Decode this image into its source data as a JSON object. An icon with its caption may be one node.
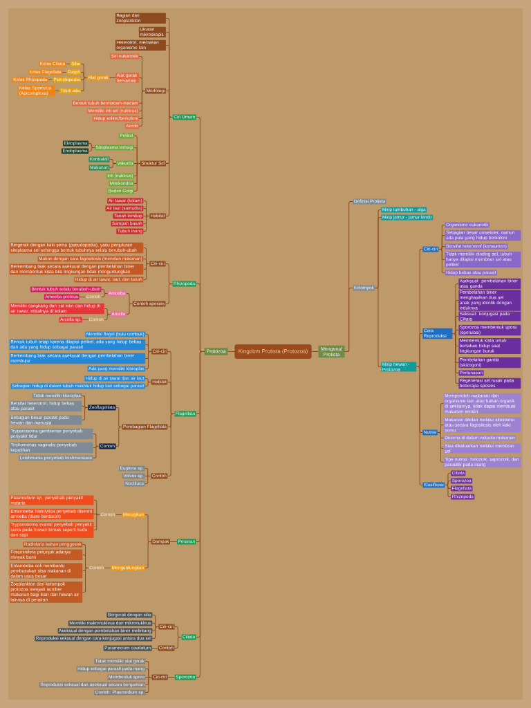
{
  "diagram": {
    "nodes": [
      {
        "text": [
          "Kingdom Protista (Protozoa)"
        ]
      },
      {
        "text": [
          "Protozoa"
        ]
      },
      {
        "text": [
          "Mengenal Protista"
        ]
      },
      {
        "text": [
          "Ciri Umum"
        ]
      },
      {
        "text": [
          "Bagian dari zooplankton"
        ]
      },
      {
        "text": [
          "Ukuran mikroskopis"
        ]
      },
      {
        "text": [
          "Heterotrof, memakan organisme lain"
        ]
      },
      {
        "text": [
          "Morfologi"
        ]
      },
      {
        "text": [
          "Sel eukariotik"
        ]
      },
      {
        "text": [
          "Alat gerak bervariasi"
        ]
      },
      {
        "text": [
          "Alat gerak"
        ]
      },
      {
        "text": [
          "Silia"
        ]
      },
      {
        "text": [
          "Kelas Ciliata"
        ]
      },
      {
        "text": [
          "Flagel"
        ]
      },
      {
        "text": [
          "Kelas Flagellata"
        ]
      },
      {
        "text": [
          "Pseudopodia"
        ]
      },
      {
        "text": [
          "Kelas Rhizopoda"
        ]
      },
      {
        "text": [
          "Tidak ada"
        ]
      },
      {
        "text": [
          "Kelas Sporozoa (Apicomplexa)"
        ]
      },
      {
        "text": [
          "Bentuk tubuh bermacam-macam"
        ]
      },
      {
        "text": [
          "Memiliki inti sel (nukleus)"
        ]
      },
      {
        "text": [
          "Hidup soliter/berkoloni"
        ]
      },
      {
        "text": [
          "Aerob"
        ]
      },
      {
        "text": [
          "Struktur Sel"
        ]
      },
      {
        "text": [
          "Pelikel"
        ]
      },
      {
        "text": [
          "Sitoplasma terbagi"
        ]
      },
      {
        "text": [
          "Ektoplasma"
        ]
      },
      {
        "text": [
          "Endoplasma"
        ]
      },
      {
        "text": [
          "Vakuola"
        ]
      },
      {
        "text": [
          "Kontraktil"
        ]
      },
      {
        "text": [
          "Makanan"
        ]
      },
      {
        "text": [
          "Inti (nukleus)"
        ]
      },
      {
        "text": [
          "Mitokondria"
        ]
      },
      {
        "text": [
          "Badan Golgi"
        ]
      },
      {
        "text": [
          "Habitat"
        ]
      },
      {
        "text": [
          "Air tawar (kolam)"
        ]
      },
      {
        "text": [
          "Air laut (samudra)"
        ]
      },
      {
        "text": [
          "Tanah lembap"
        ]
      },
      {
        "text": [
          "Sampah basah"
        ]
      },
      {
        "text": [
          "Tubuh inang"
        ]
      },
      {
        "text": [
          "Rhizopoda"
        ]
      },
      {
        "text": [
          "Ciri-ciri"
        ]
      },
      {
        "text": [
          "Bergerak dengan kaki semu (pseudopodia), yaitu penjuluran sitoplasma sel sehingga bentuk tubuhnya selalu berubah-ubah"
        ]
      },
      {
        "text": [
          "Makan dengan cara fagositosis (menelan makanan)"
        ]
      },
      {
        "text": [
          "Berkembang biak secara aseksual dengan pembelahan biner dan membentuk kista bila lingkungan tidak menguntungkan"
        ]
      },
      {
        "text": [
          "Hidup di air tawar, laut, dan tanah"
        ]
      },
      {
        "text": [
          "Contoh spesies"
        ]
      },
      {
        "text": [
          "Amoeba"
        ]
      },
      {
        "text": [
          "Bentuk tubuh selalu berubah-ubah"
        ]
      },
      {
        "text": [
          "Contoh"
        ]
      },
      {
        "text": [
          "Amoeba proteus"
        ]
      },
      {
        "text": [
          "Arcella"
        ]
      },
      {
        "text": [
          "Memiliki cangkang dari zat kitin dan hidup di air tawar, misalnya di kolam"
        ]
      },
      {
        "text": [
          "Contoh"
        ]
      },
      {
        "text": [
          "Arcella sp."
        ]
      },
      {
        "text": [
          "Flagellata"
        ]
      },
      {
        "text": [
          "Ciri-ciri"
        ]
      },
      {
        "text": [
          "Memiliki flagel (bulu cambuk)"
        ]
      },
      {
        "text": [
          "Bentuk tubuh tetap karena dilapisi pelikel, ada yang hidup bebas dan ada yang hidup sebagai parasit"
        ]
      },
      {
        "text": [
          "Berkembang biak secara aseksual dengan pembelahan biner membujur"
        ]
      },
      {
        "text": [
          "Ada yang memiliki kloroplas"
        ]
      },
      {
        "text": [
          "Habitat"
        ]
      },
      {
        "text": [
          "Hidup di air tawar dan air laut"
        ]
      },
      {
        "text": [
          "Sebagian hidup di dalam tubuh makhluk hidup lain sebagai parasit"
        ]
      },
      {
        "text": [
          "Pembagian Flagellata"
        ]
      },
      {
        "text": [
          "Zooflagellata"
        ]
      },
      {
        "text": [
          "Tidak memiliki kloroplas"
        ]
      },
      {
        "text": [
          "Bersifat heterotrof, hidup bebas atau parasit"
        ]
      },
      {
        "text": [
          "Sebagian besar parasit pada hewan dan manusia"
        ]
      },
      {
        "text": [
          "Contoh"
        ]
      },
      {
        "text": [
          "Trypanosoma gambiense penyebab penyakit tidur"
        ]
      },
      {
        "text": [
          "Trichomonas vaginalis penyebab keputihan"
        ]
      },
      {
        "text": [
          "Leishmania penyebab leishmaniasis"
        ]
      },
      {
        "text": [
          "Contoh"
        ]
      },
      {
        "text": [
          "Euglena sp."
        ]
      },
      {
        "text": [
          "Volvox sp."
        ]
      },
      {
        "text": [
          "Noctiluca"
        ]
      },
      {
        "text": [
          "Peranan"
        ]
      },
      {
        "text": [
          "Dampak"
        ]
      },
      {
        "text": [
          "Merugikan"
        ]
      },
      {
        "text": [
          "Contoh"
        ]
      },
      {
        "text": [
          "Plasmodium sp. penyebab penyakit malaria"
        ]
      },
      {
        "text": [
          "Entamoeba histolytica penyebab disentri amoeba (diare berdarah)"
        ]
      },
      {
        "text": [
          "Trypanosoma evansi penyebab penyakit surra pada hewan ternak seperti kuda dan sapi"
        ]
      },
      {
        "text": [
          "Menguntungkan"
        ]
      },
      {
        "text": [
          "Contoh"
        ]
      },
      {
        "text": [
          "Radiolaria bahan penggosok"
        ]
      },
      {
        "text": [
          "Foraminifera petunjuk adanya minyak bumi"
        ]
      },
      {
        "text": [
          "Entamoeba coli membantu pembusukan sisa makanan di dalam usus besar"
        ]
      },
      {
        "text": [
          "Zooplankton dari kelompok protozoa menjadi sumber makanan bagi ikan dan hewan air lainnya di perairan"
        ]
      },
      {
        "text": [
          "Ciliata"
        ]
      },
      {
        "text": [
          "Ciri-ciri"
        ]
      },
      {
        "text": [
          "Bergerak dengan silia"
        ]
      },
      {
        "text": [
          "Memiliki makronukleus dan mikronukleus"
        ]
      },
      {
        "text": [
          "Aseksual dengan pembelahan biner melintang"
        ]
      },
      {
        "text": [
          "Reproduksi seksual dengan cara konjugasi antara dua sel"
        ]
      },
      {
        "text": [
          "Contoh"
        ]
      },
      {
        "text": [
          "Paramecium caudatum"
        ]
      },
      {
        "text": [
          "Sporozoa"
        ]
      },
      {
        "text": [
          "Ciri-ciri"
        ]
      },
      {
        "text": [
          "Tidak memiliki alat gerak"
        ]
      },
      {
        "text": [
          "Hidup sebagai parasit pada inang"
        ]
      },
      {
        "text": [
          "Membentuk spora"
        ]
      },
      {
        "text": [
          "Reproduksi seksual dan aseksual secara bergantian"
        ]
      },
      {
        "text": [
          "Contoh: Plasmodium sp."
        ]
      },
      {
        "text": [
          "Definisi Protista"
        ]
      },
      {
        "text": [
          "Kelompok"
        ]
      },
      {
        "text": [
          "Mirip tumbuhan - alga"
        ]
      },
      {
        "text": [
          "Mirip jamur - jamur lendir"
        ]
      },
      {
        "text": [
          "Mirip hewan - Protozoa"
        ]
      },
      {
        "text": [
          "Ciri-ciri"
        ]
      },
      {
        "text": [
          "Organisme eukariotik"
        ]
      },
      {
        "text": [
          "Sebagian besar uniseluler, namun ada pula yang hidup berkoloni"
        ]
      },
      {
        "text": [
          "Bersifat heterotrof (konsumen)"
        ]
      },
      {
        "text": [
          "Tidak memiliki dinding sel, tubuh hanya dilapisi membran sel atau pelikel"
        ]
      },
      {
        "text": [
          "Hidup bebas atau parasit"
        ]
      },
      {
        "text": [
          "Cara Reproduksi"
        ]
      },
      {
        "text": [
          "Aseksual: pembelahan biner atau ganda"
        ]
      },
      {
        "text": [
          "Pembelahan biner menghasilkan dua sel anak yang identik dengan induknya"
        ]
      },
      {
        "text": [
          "Seksual: konjugasi pada Ciliata"
        ]
      },
      {
        "text": [
          "Sporozoa membentuk spora (sporulasi)"
        ]
      },
      {
        "text": [
          "Membentuk kista untuk bertahan hidup saat lingkungan buruk"
        ]
      },
      {
        "text": [
          "Pembelahan ganda (skizogoni)"
        ]
      },
      {
        "text": [
          "Pertunasan"
        ]
      },
      {
        "text": [
          "Regenerasi sel rusak pada beberapa spesies"
        ]
      },
      {
        "text": [
          "Nutrisi"
        ]
      },
      {
        "text": [
          "Memperoleh makanan dari organisme lain atau bahan organik di sekitarnya, tidak dapat membuat makanan sendiri"
        ]
      },
      {
        "text": [
          "Makanan ditelan melalui sitostoma atau secara fagositosis oleh kaki semu"
        ]
      },
      {
        "text": [
          "Dicerna di dalam vakuola makanan"
        ]
      },
      {
        "text": [
          "Sisa dikeluarkan melalui membran sel"
        ]
      },
      {
        "text": [
          "Tipe nutrisi: holozoik, saprozoik, dan parasitik pada inang"
        ]
      },
      {
        "text": [
          "Klasifikasi"
        ]
      },
      {
        "text": [
          "Ciliata"
        ]
      },
      {
        "text": [
          "Sporozoa"
        ]
      },
      {
        "text": [
          "Flagellata"
        ]
      },
      {
        "text": [
          "Rhizopoda"
        ]
      }
    ],
    "edges": [
      {
        "from": 0,
        "to": 1,
        "arrow": "none"
      },
      {
        "from": 0,
        "to": 2,
        "arrow": "none"
      },
      {
        "from": 1,
        "to": 3,
        "arrow": "none"
      },
      {
        "from": 3,
        "to": 4,
        "arrow": "none"
      },
      {
        "from": 3,
        "to": 5,
        "arrow": "none"
      },
      {
        "from": 3,
        "to": 6,
        "arrow": "none"
      },
      {
        "from": 3,
        "to": 7,
        "arrow": "none"
      },
      {
        "from": 7,
        "to": 8,
        "arrow": "none"
      },
      {
        "from": 7,
        "to": 9,
        "arrow": "none"
      },
      {
        "from": 9,
        "to": 10,
        "arrow": "none"
      },
      {
        "from": 10,
        "to": 11,
        "arrow": "none"
      },
      {
        "from": 11,
        "to": 12,
        "arrow": "none"
      },
      {
        "from": 10,
        "to": 13,
        "arrow": "none"
      },
      {
        "from": 13,
        "to": 14,
        "arrow": "none"
      },
      {
        "from": 10,
        "to": 15,
        "arrow": "none"
      },
      {
        "from": 15,
        "to": 16,
        "arrow": "none"
      },
      {
        "from": 10,
        "to": 17,
        "arrow": "none"
      },
      {
        "from": 17,
        "to": 18,
        "arrow": "none"
      },
      {
        "from": 7,
        "to": 19,
        "arrow": "none"
      },
      {
        "from": 7,
        "to": 20,
        "arrow": "none"
      },
      {
        "from": 7,
        "to": 21,
        "arrow": "none"
      },
      {
        "from": 7,
        "to": 22,
        "arrow": "none"
      },
      {
        "from": 3,
        "to": 23,
        "arrow": "none"
      },
      {
        "from": 23,
        "to": 24,
        "arrow": "none"
      },
      {
        "from": 23,
        "to": 25,
        "arrow": "none"
      },
      {
        "from": 25,
        "to": 26,
        "arrow": "none"
      },
      {
        "from": 25,
        "to": 27,
        "arrow": "none"
      },
      {
        "from": 23,
        "to": 28,
        "arrow": "none"
      },
      {
        "from": 28,
        "to": 29,
        "arrow": "none"
      },
      {
        "from": 28,
        "to": 30,
        "arrow": "none"
      },
      {
        "from": 23,
        "to": 31,
        "arrow": "none"
      },
      {
        "from": 23,
        "to": 32,
        "arrow": "none"
      },
      {
        "from": 23,
        "to": 33,
        "arrow": "none"
      },
      {
        "from": 3,
        "to": 34,
        "arrow": "none"
      },
      {
        "from": 34,
        "to": 35,
        "arrow": "none"
      },
      {
        "from": 34,
        "to": 36,
        "arrow": "none"
      },
      {
        "from": 34,
        "to": 37,
        "arrow": "none"
      },
      {
        "from": 34,
        "to": 38,
        "arrow": "none"
      },
      {
        "from": 34,
        "to": 39,
        "arrow": "none"
      },
      {
        "from": 1,
        "to": 40,
        "arrow": "none"
      },
      {
        "from": 40,
        "to": 41,
        "arrow": "none"
      },
      {
        "from": 41,
        "to": 42,
        "arrow": "none"
      },
      {
        "from": 41,
        "to": 43,
        "arrow": "none"
      },
      {
        "from": 41,
        "to": 44,
        "arrow": "none"
      },
      {
        "from": 41,
        "to": 45,
        "arrow": "none"
      },
      {
        "from": 40,
        "to": 46,
        "arrow": "none"
      },
      {
        "from": 46,
        "to": 47,
        "arrow": "none"
      },
      {
        "from": 47,
        "to": 48,
        "arrow": "none"
      },
      {
        "from": 47,
        "to": 49,
        "arrow": "none"
      },
      {
        "from": 49,
        "to": 50,
        "arrow": "none"
      },
      {
        "from": 46,
        "to": 51,
        "arrow": "none"
      },
      {
        "from": 51,
        "to": 52,
        "arrow": "none"
      },
      {
        "from": 51,
        "to": 53,
        "arrow": "none"
      },
      {
        "from": 53,
        "to": 54,
        "arrow": "none"
      },
      {
        "from": 1,
        "to": 55,
        "arrow": "none"
      },
      {
        "from": 55,
        "to": 56,
        "arrow": "none"
      },
      {
        "from": 56,
        "to": 57,
        "arrow": "none"
      },
      {
        "from": 56,
        "to": 58,
        "arrow": "none"
      },
      {
        "from": 56,
        "to": 59,
        "arrow": "none"
      },
      {
        "from": 56,
        "to": 60,
        "arrow": "none"
      },
      {
        "from": 55,
        "to": 61,
        "arrow": "none"
      },
      {
        "from": 61,
        "to": 62,
        "arrow": "none"
      },
      {
        "from": 61,
        "to": 63,
        "arrow": "none"
      },
      {
        "from": 55,
        "to": 64,
        "arrow": "none"
      },
      {
        "from": 64,
        "to": 65,
        "arrow": "none"
      },
      {
        "from": 65,
        "to": 66,
        "arrow": "none"
      },
      {
        "from": 65,
        "to": 67,
        "arrow": "none"
      },
      {
        "from": 65,
        "to": 68,
        "arrow": "none"
      },
      {
        "from": 64,
        "to": 69,
        "arrow": "none"
      },
      {
        "from": 69,
        "to": 70,
        "arrow": "none"
      },
      {
        "from": 69,
        "to": 71,
        "arrow": "none"
      },
      {
        "from": 69,
        "to": 72,
        "arrow": "none"
      },
      {
        "from": 55,
        "to": 73,
        "arrow": "none"
      },
      {
        "from": 73,
        "to": 74,
        "arrow": "none"
      },
      {
        "from": 73,
        "to": 75,
        "arrow": "none"
      },
      {
        "from": 73,
        "to": 76,
        "arrow": "none"
      },
      {
        "from": 1,
        "to": 77,
        "arrow": "none"
      },
      {
        "from": 77,
        "to": 78,
        "arrow": "none"
      },
      {
        "from": 78,
        "to": 79,
        "arrow": "none"
      },
      {
        "from": 79,
        "to": 80,
        "arrow": "none"
      },
      {
        "from": 80,
        "to": 81,
        "arrow": "none"
      },
      {
        "from": 80,
        "to": 82,
        "arrow": "none"
      },
      {
        "from": 80,
        "to": 83,
        "arrow": "none"
      },
      {
        "from": 78,
        "to": 84,
        "arrow": "none"
      },
      {
        "from": 84,
        "to": 85,
        "arrow": "none"
      },
      {
        "from": 85,
        "to": 86,
        "arrow": "none"
      },
      {
        "from": 85,
        "to": 87,
        "arrow": "none"
      },
      {
        "from": 85,
        "to": 88,
        "arrow": "none"
      },
      {
        "from": 85,
        "to": 89,
        "arrow": "none"
      },
      {
        "from": 1,
        "to": 90,
        "arrow": "none"
      },
      {
        "from": 90,
        "to": 91,
        "arrow": "none"
      },
      {
        "from": 91,
        "to": 92,
        "arrow": "none"
      },
      {
        "from": 91,
        "to": 93,
        "arrow": "none"
      },
      {
        "from": 91,
        "to": 94,
        "arrow": "none"
      },
      {
        "from": 91,
        "to": 95,
        "arrow": "none"
      },
      {
        "from": 90,
        "to": 96,
        "arrow": "none"
      },
      {
        "from": 96,
        "to": 97,
        "arrow": "none"
      },
      {
        "from": 1,
        "to": 98,
        "arrow": "none"
      },
      {
        "from": 98,
        "to": 99,
        "arrow": "none"
      },
      {
        "from": 99,
        "to": 100,
        "arrow": "none"
      },
      {
        "from": 99,
        "to": 101,
        "arrow": "none"
      },
      {
        "from": 99,
        "to": 102,
        "arrow": "none"
      },
      {
        "from": 99,
        "to": 103,
        "arrow": "none"
      },
      {
        "from": 99,
        "to": 104,
        "arrow": "none"
      },
      {
        "from": 2,
        "to": 105,
        "arrow": "none"
      },
      {
        "from": 2,
        "to": 106,
        "arrow": "none"
      },
      {
        "from": 106,
        "to": 107,
        "arrow": "none"
      },
      {
        "from": 106,
        "to": 108,
        "arrow": "none"
      },
      {
        "from": 106,
        "to": 109,
        "arrow": "none"
      },
      {
        "from": 109,
        "to": 110,
        "arrow": "none"
      },
      {
        "from": 110,
        "to": 111,
        "arrow": "none"
      },
      {
        "from": 110,
        "to": 112,
        "arrow": "none"
      },
      {
        "from": 110,
        "to": 113,
        "arrow": "none"
      },
      {
        "from": 110,
        "to": 114,
        "arrow": "none"
      },
      {
        "from": 110,
        "to": 115,
        "arrow": "none"
      },
      {
        "from": 109,
        "to": 116,
        "arrow": "none"
      },
      {
        "from": 116,
        "to": 117,
        "arrow": "none"
      },
      {
        "from": 116,
        "to": 118,
        "arrow": "none"
      },
      {
        "from": 116,
        "to": 119,
        "arrow": "none"
      },
      {
        "from": 116,
        "to": 120,
        "arrow": "none"
      },
      {
        "from": 116,
        "to": 121,
        "arrow": "none"
      },
      {
        "from": 116,
        "to": 122,
        "arrow": "none"
      },
      {
        "from": 116,
        "to": 123,
        "arrow": "none"
      },
      {
        "from": 116,
        "to": 124,
        "arrow": "none"
      },
      {
        "from": 109,
        "to": 125,
        "arrow": "none"
      },
      {
        "from": 125,
        "to": 126,
        "arrow": "none"
      },
      {
        "from": 125,
        "to": 127,
        "arrow": "none"
      },
      {
        "from": 125,
        "to": 128,
        "arrow": "none"
      },
      {
        "from": 125,
        "to": 129,
        "arrow": "none"
      },
      {
        "from": 125,
        "to": 130,
        "arrow": "none"
      },
      {
        "from": 109,
        "to": 131,
        "arrow": "none"
      },
      {
        "from": 131,
        "to": 132,
        "arrow": "none"
      },
      {
        "from": 131,
        "to": 133,
        "arrow": "none"
      },
      {
        "from": 131,
        "to": 134,
        "arrow": "none"
      },
      {
        "from": 131,
        "to": 135,
        "arrow": "none"
      }
    ]
  }
}
